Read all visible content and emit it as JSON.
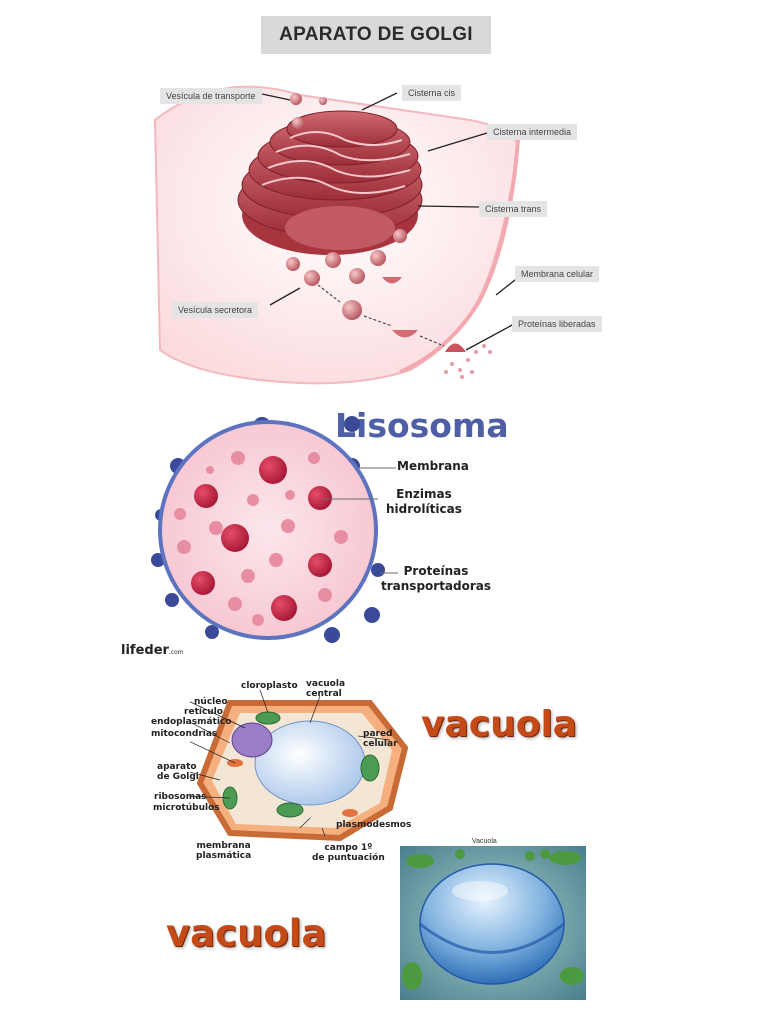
{
  "golgi": {
    "title": "APARATO DE GOLGI",
    "labels": {
      "vesicula_transporte": "Vesícula de transporte",
      "cisterna_cis": "Cisterna cis",
      "cisterna_intermedia": "Cisterna intermedia",
      "cisterna_trans": "Cisterna trans",
      "membrana_celular": "Membrana celular",
      "vesicula_secretora": "Vesícula secretora",
      "proteinas_liberadas": "Proteínas liberadas"
    }
  },
  "lisosoma": {
    "title": "Lisosoma",
    "labels": {
      "membrana": "Membrana",
      "enzimas": "Enzimas\nhidrolíticas",
      "proteinas": "Proteínas\ntransportadoras"
    },
    "watermark": "lifeder",
    "watermark_suffix": ".com"
  },
  "cell": {
    "labels": {
      "nucleo": "núcleo",
      "reticulo": "retículo\nendoplasmático",
      "mitocondrias": "mitocondrias",
      "aparato": "aparato\nde Golgi",
      "ribosomas": "ribosomas",
      "microtubulos": "microtúbulos",
      "membrana": "membrana\nplasmática",
      "cloroplasto": "cloroplasto",
      "vacuola_central": "vacuola\ncentral",
      "pared": "pared\ncelular",
      "plasmodesmos": "plasmodesmos",
      "campo": "campo 1º\nde puntuación"
    },
    "word_right": "vacuola"
  },
  "vacuola_photo": {
    "label": "Vacuola"
  },
  "word_bottom": "vacuola",
  "colors": {
    "golgi_red": "#b8474f",
    "lisosoma_blue": "#4e5fa6",
    "enzyme_red": "#c62a45",
    "vacuola_orange": "#c44a18"
  }
}
